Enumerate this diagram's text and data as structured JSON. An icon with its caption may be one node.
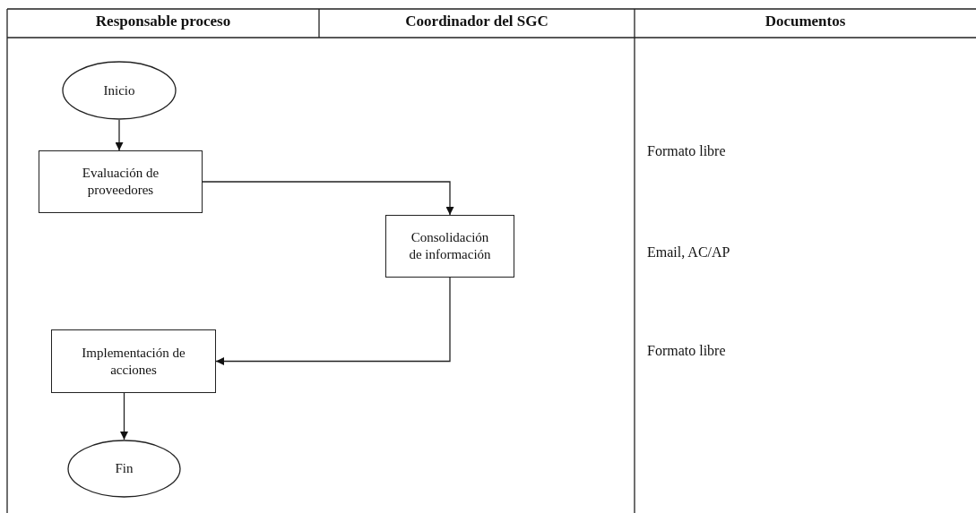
{
  "diagram": {
    "nodes": [
      {
        "text": [
          "Inicio"
        ]
      },
      {
        "text": [
          "Evaluación de proveedores"
        ]
      },
      {
        "text": [
          "Consolidación de información"
        ]
      },
      {
        "text": [
          "Implementación de acciones"
        ]
      },
      {
        "text": [
          "Fin"
        ]
      }
    ],
    "edges": [
      {
        "from": 0,
        "to": 1,
        "arrow": "to"
      },
      {
        "from": 1,
        "to": 2,
        "arrow": "to"
      },
      {
        "from": 2,
        "to": 3,
        "arrow": "to"
      },
      {
        "from": 3,
        "to": 4,
        "arrow": "to"
      }
    ],
    "labels": [
      "Responsable proceso",
      "Coordinador del SGC",
      "Documentos",
      "Formato libre",
      "Email, AC/AP",
      "Formato libre"
    ]
  }
}
